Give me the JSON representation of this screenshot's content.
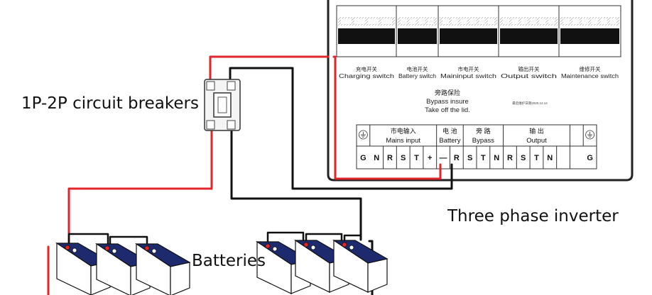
{
  "labels": {
    "breaker": "1P-2P circuit breakers",
    "inverter": "Three phase inverter",
    "batteries": "Batteries"
  },
  "switches": [
    {
      "cn": "充电开关",
      "en": "Charging switch"
    },
    {
      "cn": "电池开关",
      "en": "Battery switch"
    },
    {
      "cn": "市电开关",
      "en": "Maininput switch"
    },
    {
      "cn": "输出开关",
      "en": "Output switch"
    },
    {
      "cn": "维修开关",
      "en": "Maintenance switch"
    }
  ],
  "bypass_note": {
    "cn": "旁路保险",
    "line1": "Bypass insure",
    "line2": "Take off the lid."
  },
  "small_print": "最后维护日期2020.12.14",
  "terminal_groups": [
    {
      "cn": "市电输入",
      "en": "Mains input"
    },
    {
      "cn": "电 池",
      "en": "Battery"
    },
    {
      "cn": "旁 路",
      "en": "Bypass"
    },
    {
      "cn": "输 出",
      "en": "Output"
    }
  ],
  "terminals": [
    "G",
    "N",
    "R",
    "S",
    "T",
    "+",
    "—",
    "R",
    "S",
    "T",
    "N",
    "R",
    "S",
    "T",
    "N",
    "G"
  ],
  "colors": {
    "positive_wire": "#e0262b",
    "negative_wire": "#111111",
    "battery_lid": "#1e2a6e",
    "panel_border": "#222222"
  },
  "icons": {
    "ground": "ground-icon"
  }
}
